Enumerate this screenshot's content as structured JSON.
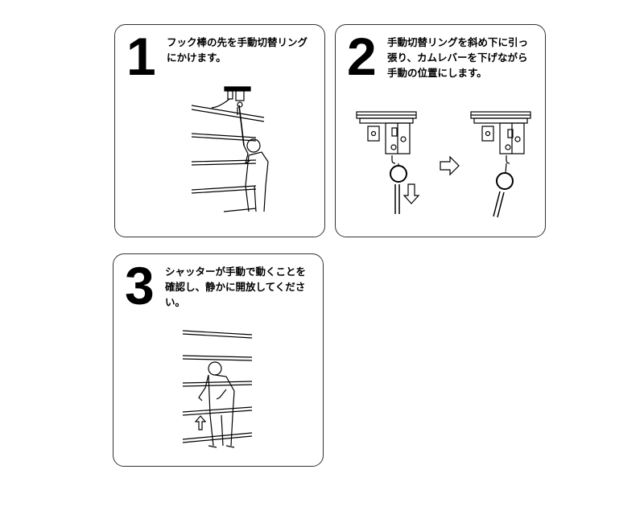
{
  "steps": [
    {
      "number": "1",
      "text": "フック棒の先を手動切替リングにかけます。"
    },
    {
      "number": "2",
      "text": "手動切替リングを斜め下に引っ張り、カムレバーを下げながら手動の位置にします。"
    },
    {
      "number": "3",
      "text": "シャッターが手動で動くことを確認し、静かに開放してください。"
    }
  ],
  "icons": {
    "step2_pull_arrow": "down-arrow-icon",
    "step2_transition": "right-arrow-icon",
    "step3_direction": "up-arrow-icon"
  },
  "colors": {
    "line": "#000000",
    "border": "#333333",
    "background": "#ffffff"
  }
}
